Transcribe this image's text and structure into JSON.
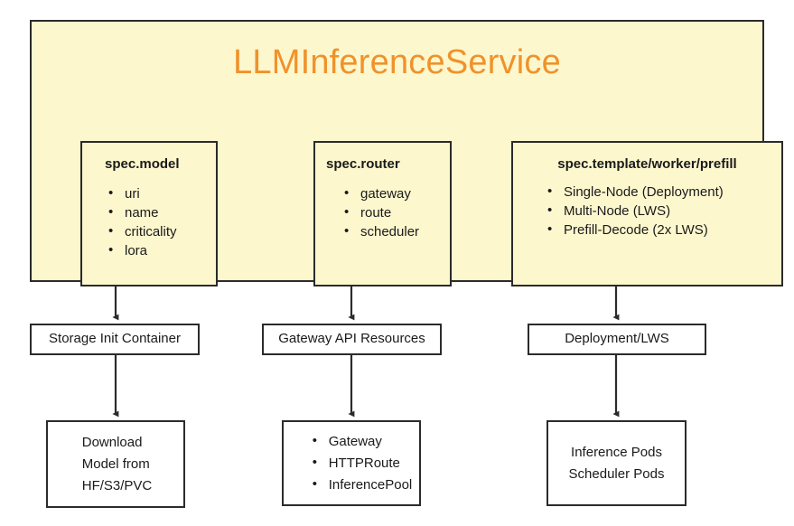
{
  "diagram": {
    "title": "LLMInferenceService",
    "title_color": "#f0922b",
    "container_fill": "#fdf7ce",
    "border_color": "#2b2b2b",
    "spec_boxes": [
      {
        "id": "spec-model",
        "title": "spec.model",
        "items": [
          "uri",
          "name",
          "criticality",
          "lora"
        ]
      },
      {
        "id": "spec-router",
        "title": "spec.router",
        "items": [
          "gateway",
          "route",
          "scheduler"
        ]
      },
      {
        "id": "spec-template",
        "title": "spec.template/worker/prefill",
        "items": [
          "Single-Node (Deployment)",
          "Multi-Node (LWS)",
          "Prefill-Decode (2x LWS)"
        ]
      }
    ],
    "middle_boxes": [
      {
        "id": "storage-init",
        "label": "Storage Init Container"
      },
      {
        "id": "gateway-api",
        "label": "Gateway API Resources"
      },
      {
        "id": "deployment",
        "label": "Deployment/LWS"
      }
    ],
    "bottom_boxes": [
      {
        "id": "download",
        "text": "Download\nModel from\nHF/S3/PVC"
      },
      {
        "id": "gateway-resources",
        "items": [
          "Gateway",
          "HTTPRoute",
          "InferencePool"
        ]
      },
      {
        "id": "pods",
        "text": "Inference Pods\nScheduler Pods"
      }
    ]
  }
}
